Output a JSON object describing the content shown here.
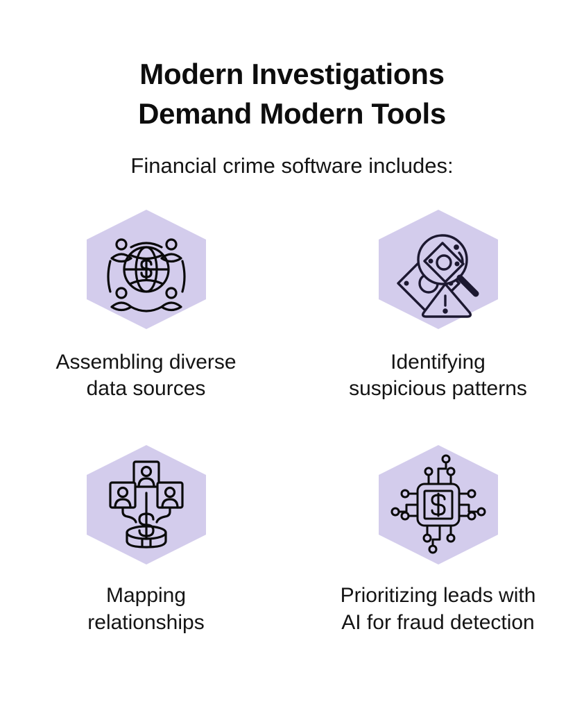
{
  "page": {
    "background_color": "#FFFFFF",
    "text_color": "#121212",
    "hex_fill_color": "#D3CCEC",
    "icon_stroke_color": "#1C1830"
  },
  "header": {
    "title": "Modern Investigations\nDemand Modern Tools",
    "title_line_1": "Modern Investigations",
    "title_line_2": "Demand Modern Tools",
    "subtitle": "Financial crime software includes:"
  },
  "cards": [
    {
      "id": "assembling-diverse-data-sources",
      "caption": "Assembling diverse\ndata sources",
      "caption_line_1": "Assembling diverse",
      "caption_line_2": "data sources",
      "icon_name": "globe-dollar-network-icon"
    },
    {
      "id": "identifying-suspicious-patterns",
      "caption": "Identifying\nsuspicious patterns",
      "caption_line_1": "Identifying",
      "caption_line_2": "suspicious patterns",
      "icon_name": "magnifier-banknote-warning-icon"
    },
    {
      "id": "mapping-relationships",
      "caption": "Mapping\nrelationships",
      "caption_line_1": "Mapping",
      "caption_line_2": "relationships",
      "icon_name": "people-network-coins-icon"
    },
    {
      "id": "prioritizing-leads-ai",
      "caption": "Prioritizing leads with\nAI for fraud detection",
      "caption_line_1": "Prioritizing leads with",
      "caption_line_2": "AI for fraud detection",
      "icon_name": "ai-chip-dollar-icon"
    }
  ]
}
